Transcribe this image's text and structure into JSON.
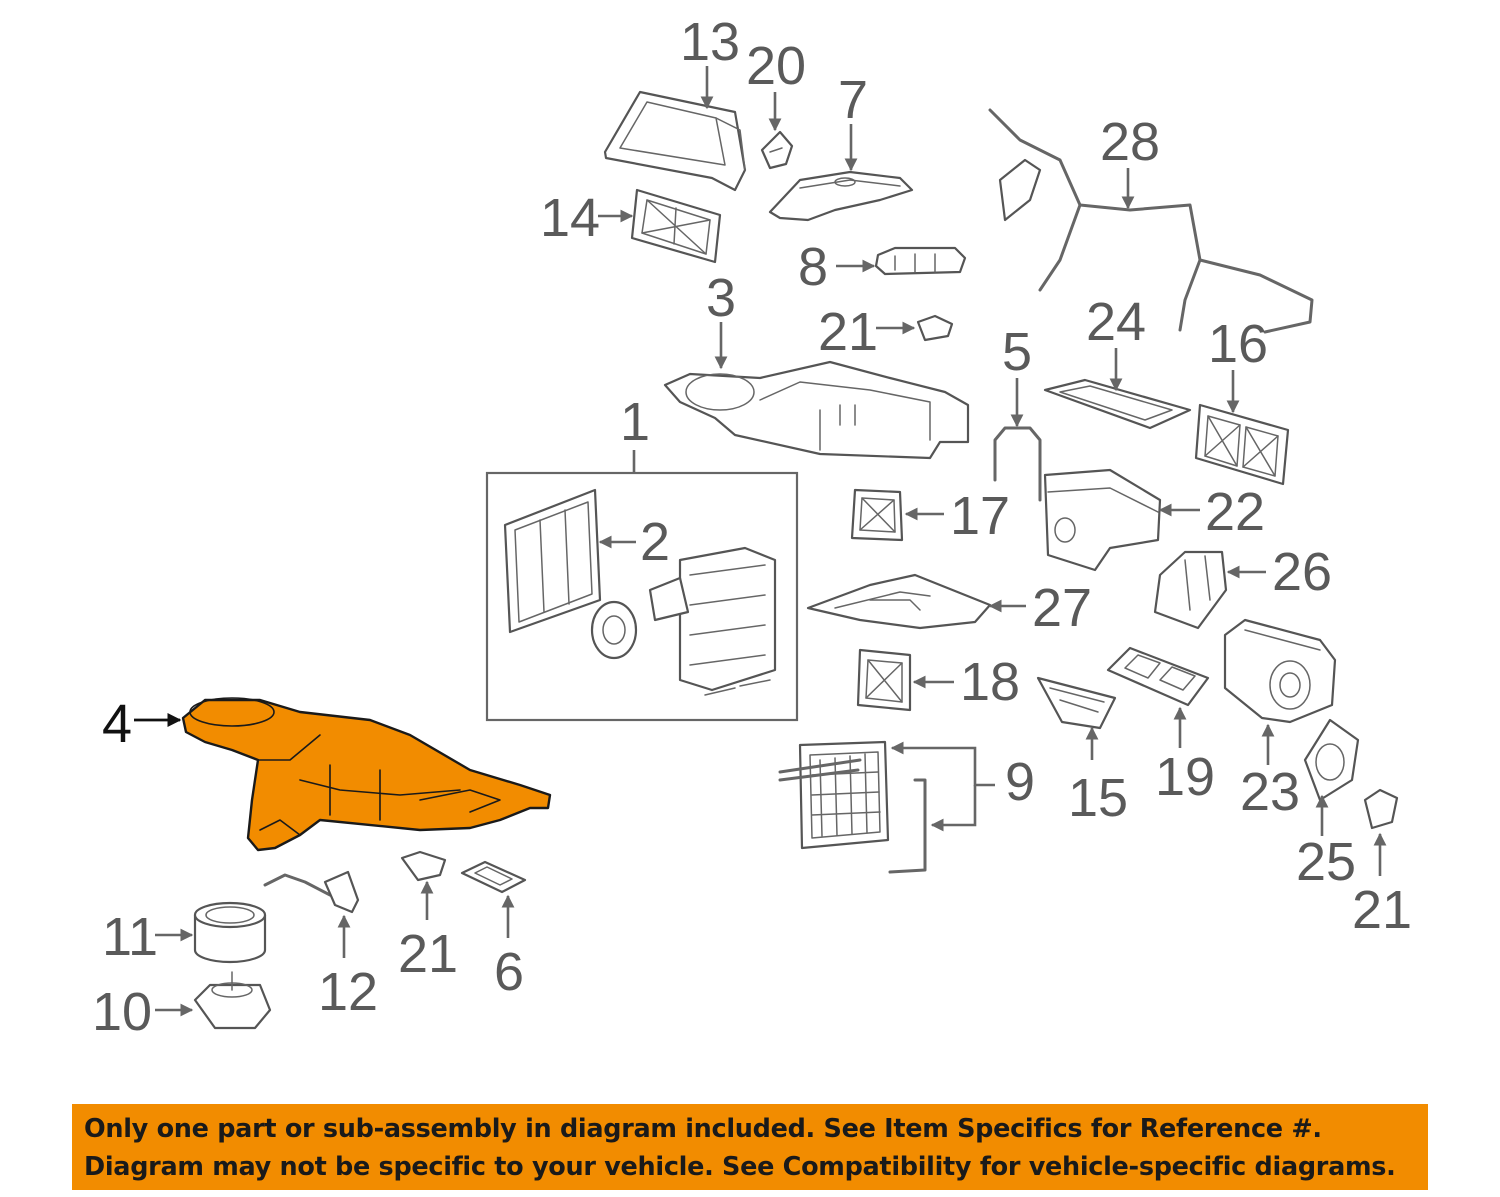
{
  "diagram": {
    "highlighted_part": "4",
    "highlight_color": "#f28c00",
    "callouts": {
      "c1": "1",
      "c2": "2",
      "c3": "3",
      "c4": "4",
      "c5": "5",
      "c6": "6",
      "c7": "7",
      "c8": "8",
      "c9": "9",
      "c10": "10",
      "c11": "11",
      "c12": "12",
      "c13": "13",
      "c14": "14",
      "c15": "15",
      "c16": "16",
      "c17": "17",
      "c18": "18",
      "c19": "19",
      "c20": "20",
      "c21a": "21",
      "c21b": "21",
      "c21c": "21",
      "c22": "22",
      "c23": "23",
      "c24": "24",
      "c25": "25",
      "c26": "26",
      "c27": "27",
      "c28": "28"
    }
  },
  "notice": {
    "background_color": "#f28c00",
    "line1": "Only one part or sub-assembly in diagram included. See Item Specifics for Reference #.",
    "line2": "Diagram may not be specific to your vehicle. See Compatibility for vehicle-specific diagrams."
  }
}
